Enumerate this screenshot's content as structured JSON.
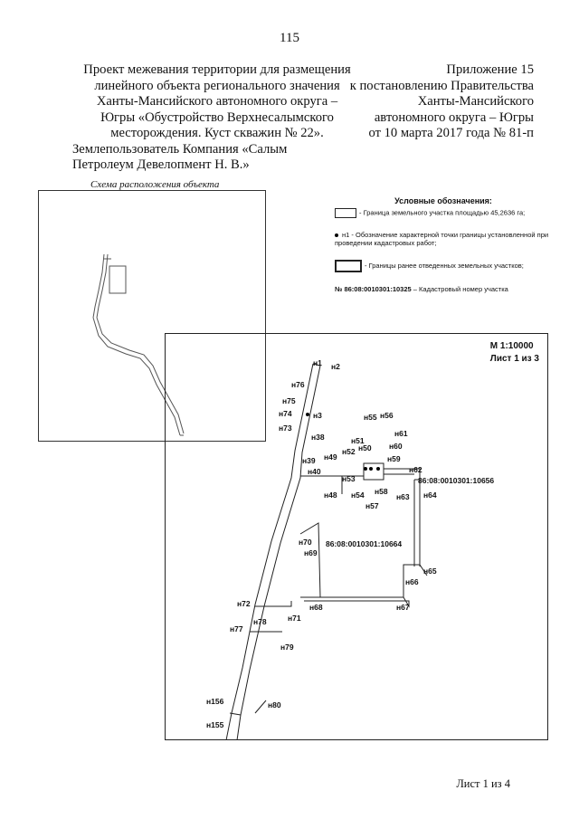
{
  "page_number": "115",
  "title": {
    "lines": [
      "Проект межевания территории для размещения",
      "линейного объекта регионального значения",
      "Ханты-Мансийского автономного округа –",
      "Югры «Обустройство Верхнесалымского",
      "месторождения. Куст скважин № 22»."
    ],
    "owner_lines": [
      "Землепользователь Компания «Салым",
      "Петролеум Девелопмент Н. В.»"
    ]
  },
  "appendix": {
    "lines": [
      "Приложение 15",
      "к постановлению Правительства",
      "Ханты-Мансийского",
      "автономного округа – Югры",
      "от 10 марта 2017 года № 81-п"
    ]
  },
  "scheme_caption": "Схема расположения объекта",
  "legend": {
    "title": "Условные обозначения:",
    "item1": "- Граница земельного участка площадью 45,2636 га;",
    "item2_marker": "н1",
    "item2": "- Обозначение характерной точки границы установленной при проведении кадастровых работ;",
    "item3": "- Границы ранее отведенных земельных участков;",
    "item4_number": "№ 86:08:0010301:10325",
    "item4": "– Кадастровый номер участка"
  },
  "map": {
    "scale": "М 1:10000",
    "sheet": "Лист 1 из 3",
    "cadastral_1": "86:08:0010301:10656",
    "cadastral_2": "86:08:0010301:10664",
    "points": {
      "n1": "н1",
      "n2": "н2",
      "n3": "н3",
      "n38": "н38",
      "n39": "н39",
      "n40": "н40",
      "n48": "н48",
      "n49": "н49",
      "n50": "н50",
      "n51": "н51",
      "n52": "н52",
      "n53": "н53",
      "n54": "н54",
      "n55": "н55",
      "n56": "н56",
      "n57": "н57",
      "n58": "н58",
      "n59": "н59",
      "n60": "н60",
      "n61": "н61",
      "n62": "н62",
      "n63": "н63",
      "n64": "н64",
      "n65": "н65",
      "n66": "н66",
      "n67": "н67",
      "n68": "н68",
      "n69": "н69",
      "n70": "н70",
      "n71": "н71",
      "n72": "н72",
      "n73": "н73",
      "n74": "н74",
      "n75": "н75",
      "n76": "н76",
      "n77": "н77",
      "n78": "н78",
      "n79": "н79",
      "n80": "н80",
      "n155": "н155",
      "n156": "н156"
    }
  },
  "footer_sheet": "Лист 1 из 4"
}
